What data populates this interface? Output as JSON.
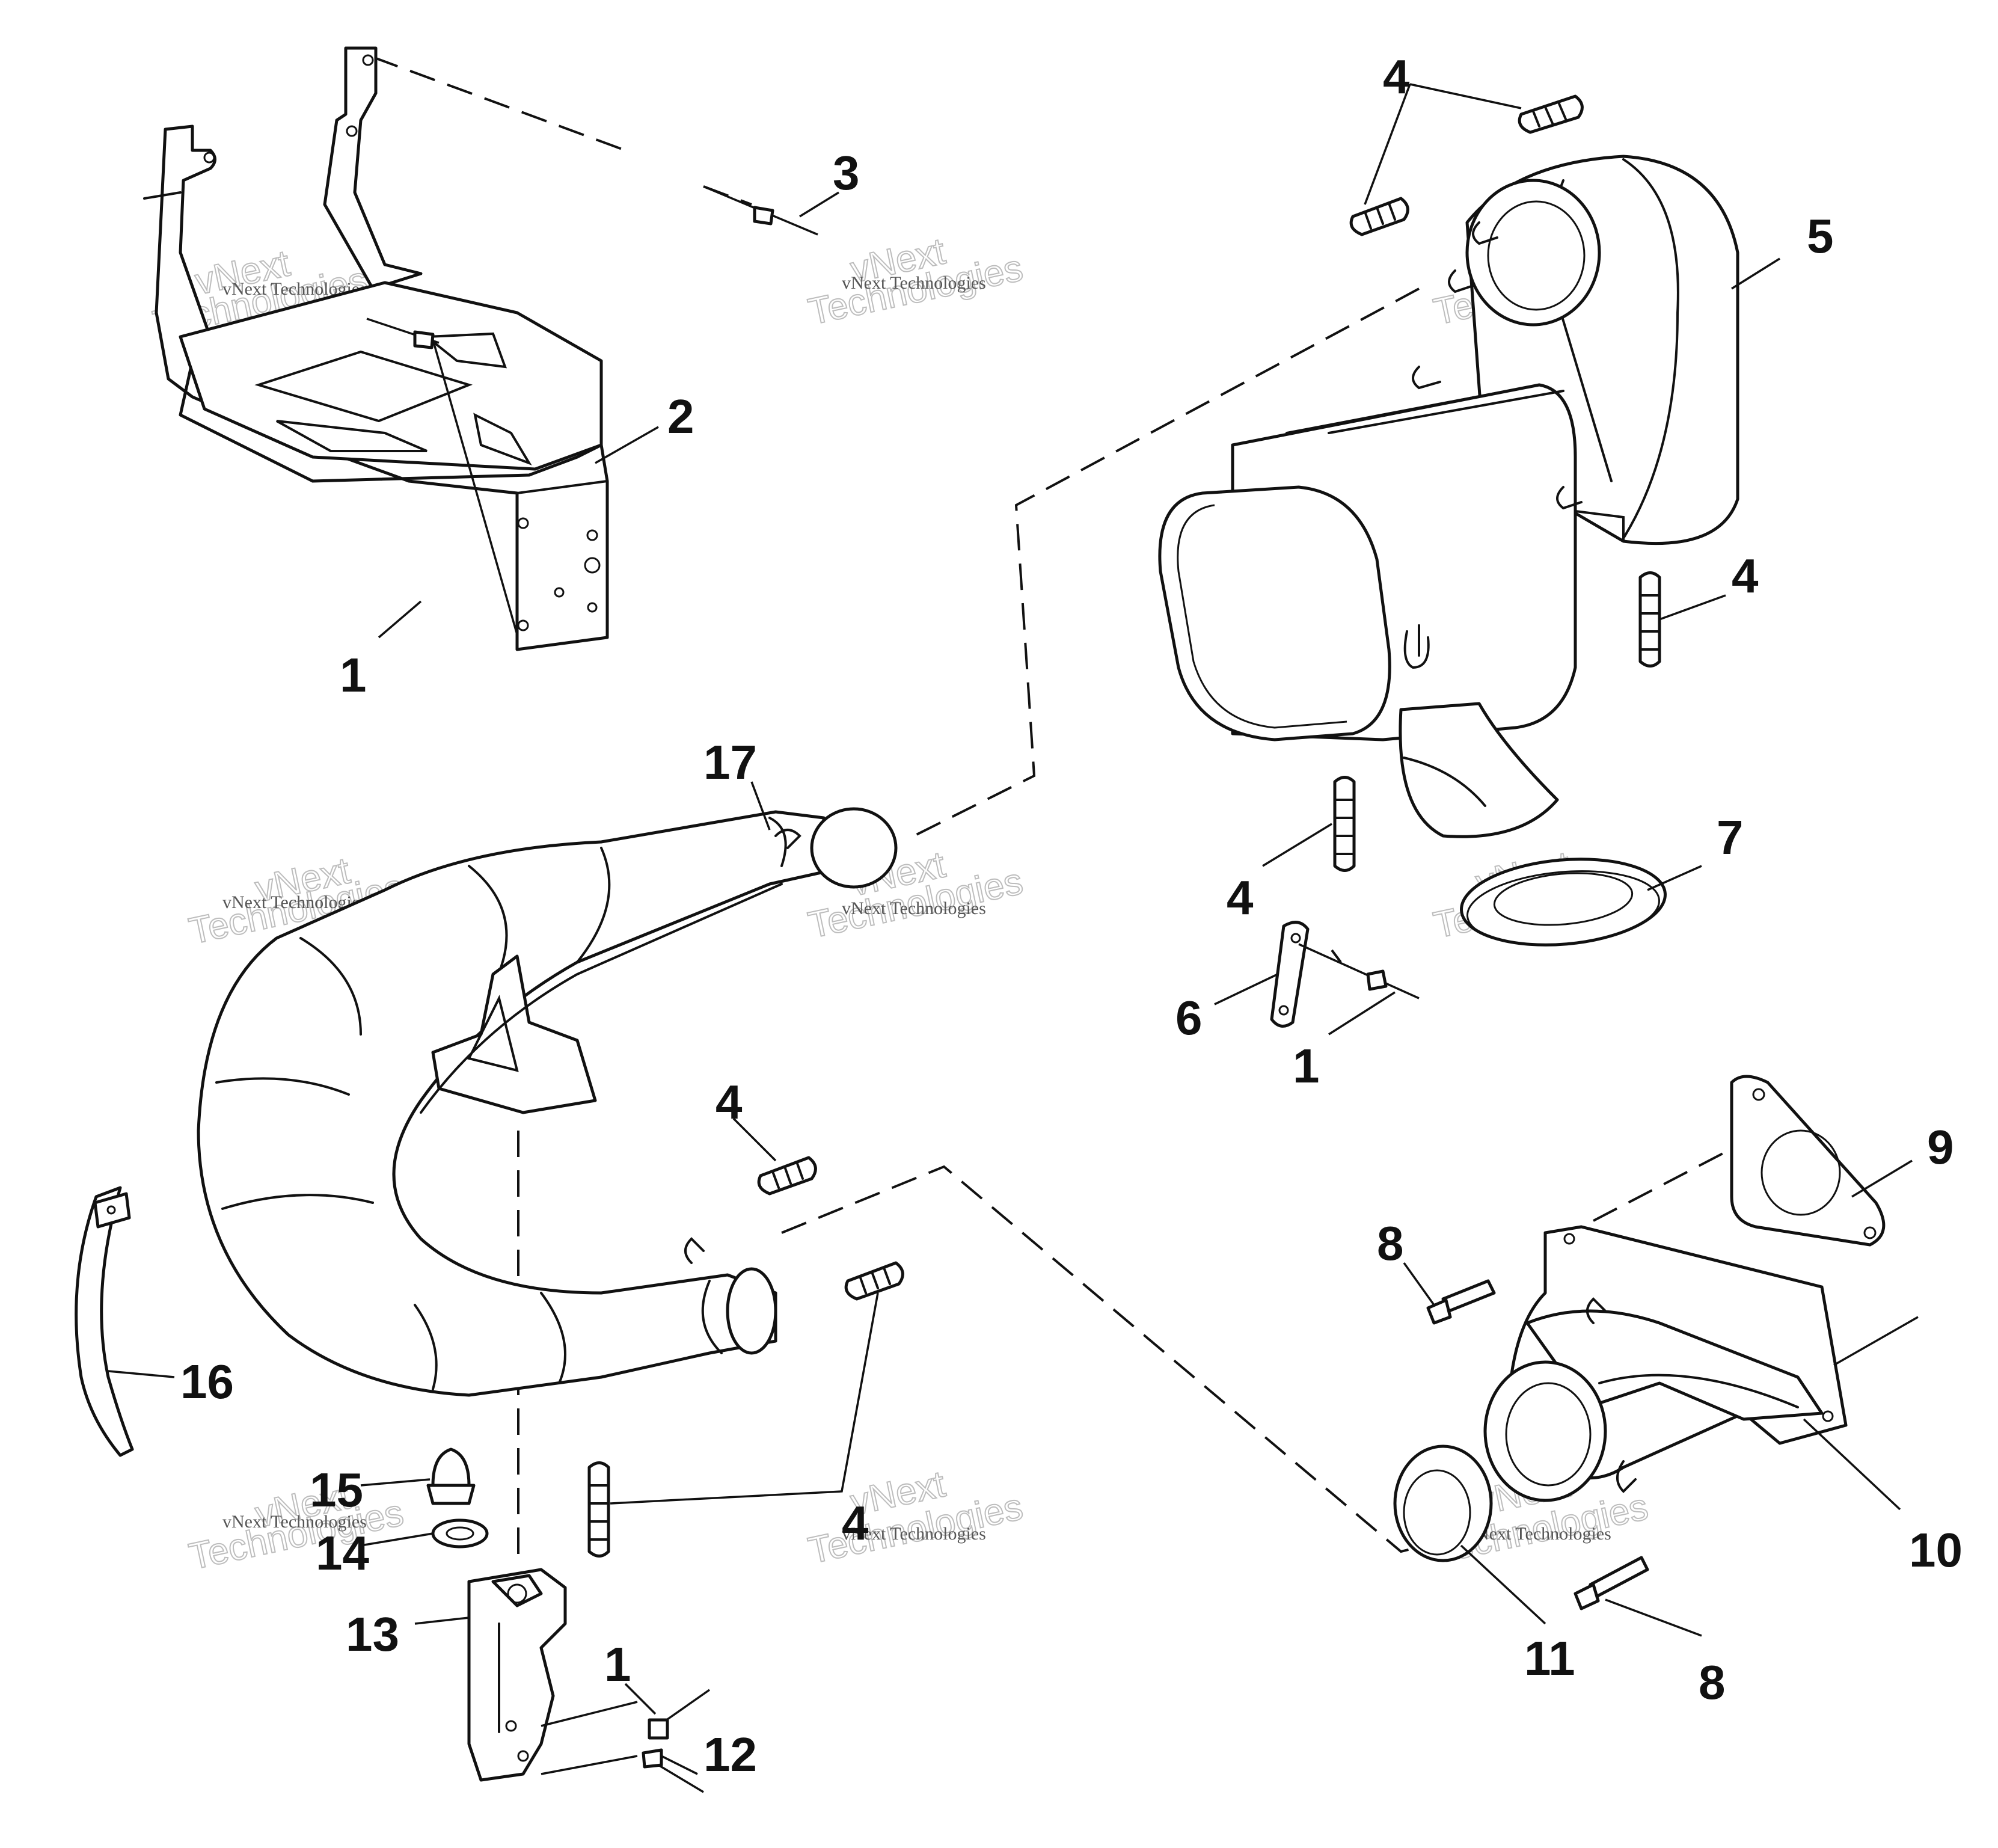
{
  "callouts": {
    "c1_top": "1",
    "c2": "2",
    "c3": "3",
    "c4_a": "4",
    "c5": "5",
    "c4_b": "4",
    "c17": "17",
    "c4_c": "4",
    "c7": "7",
    "c6": "6",
    "c1_mid": "1",
    "c4_d": "4",
    "c9": "9",
    "c8_a": "8",
    "c16": "16",
    "c15": "15",
    "c14": "14",
    "c4_e": "4",
    "c13": "13",
    "c1_bottom": "1",
    "c12": "12",
    "c10": "10",
    "c11": "11",
    "c8_b": "8"
  },
  "watermark": {
    "small": "vNext Technologies",
    "big_line1": "vNext",
    "big_line2": "Technologies"
  }
}
